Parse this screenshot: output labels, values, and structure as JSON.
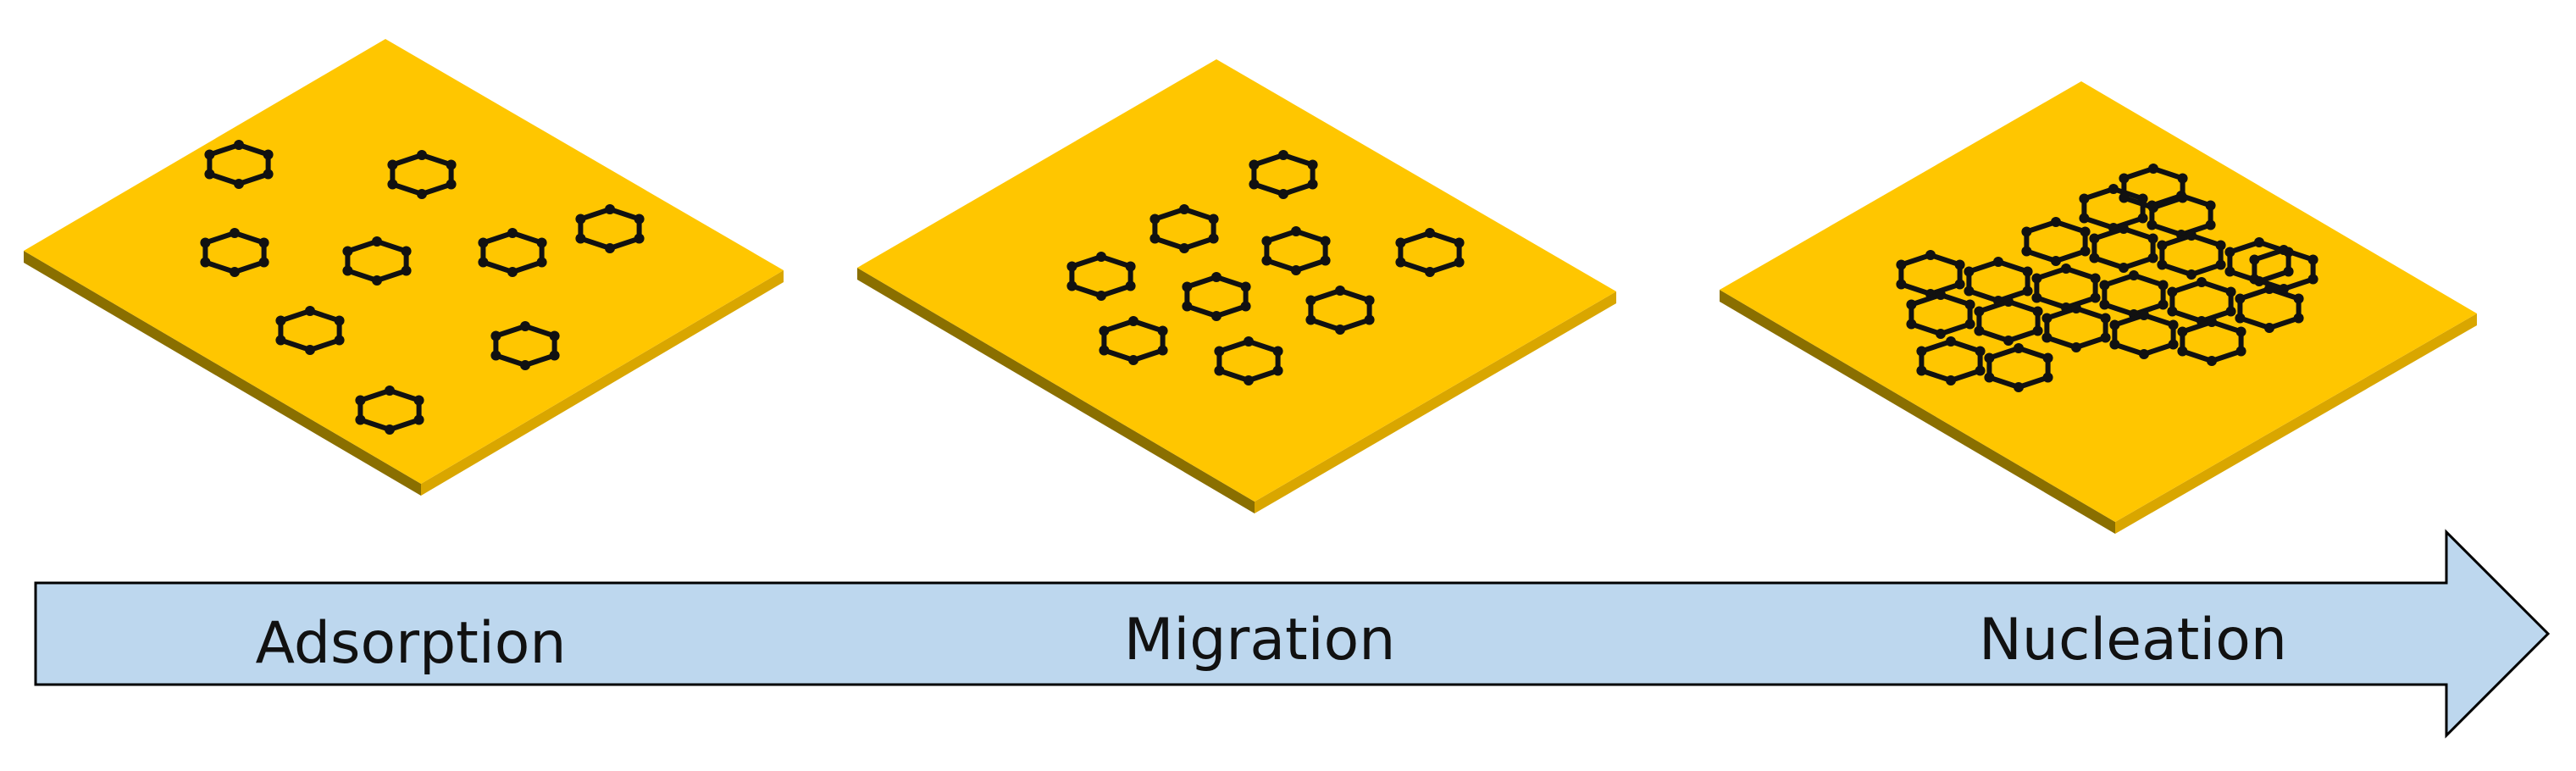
{
  "stages": [
    {
      "label": "Adsorption"
    },
    {
      "label": "Migration"
    },
    {
      "label": "Nucleation"
    }
  ],
  "colors": {
    "plate_top": "#FFC600",
    "plate_side": "#8A6F00",
    "plate_side_right": "#D9A600",
    "ring_stroke": "#111111",
    "arrow_fill": "#BDD7EE",
    "arrow_stroke": "#000000",
    "label_text": "#111111"
  },
  "icons": {
    "molecule": "hexagon-ring-icon",
    "process": "right-arrow-icon"
  }
}
